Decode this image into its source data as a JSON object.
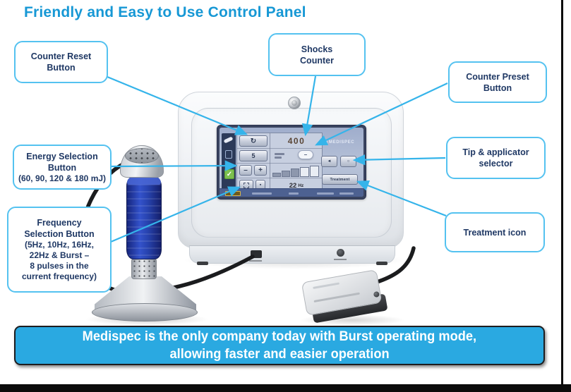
{
  "title": "Friendly and Easy to Use Control Panel",
  "callouts": {
    "counter_reset": {
      "line1": "Counter Reset",
      "line2": "Button"
    },
    "shocks_counter": {
      "line1": "Shocks",
      "line2": "Counter"
    },
    "counter_preset": {
      "line1": "Counter Preset",
      "line2": "Button"
    },
    "energy_selection": {
      "line1": "Energy Selection",
      "line2": "Button",
      "line3": "(60, 90, 120 & 180 mJ)"
    },
    "frequency_selection": {
      "line1": "Frequency",
      "line2": "Selection Button",
      "line3": "(5Hz, 10Hz, 16Hz,",
      "line4": "22Hz & Burst –",
      "line5": "8 pulses in the",
      "line6": "current frequency)"
    },
    "tip_applicator": {
      "line1": "Tip & applicator",
      "line2": "selector"
    },
    "treatment": {
      "line1": "Treatment icon"
    }
  },
  "device_screen": {
    "shocks_value": "400",
    "energy_step_value": "5",
    "frequency_value": "22",
    "frequency_unit": "Hz",
    "brand": "MEDISPEC",
    "treatment_button_label": "Treatment"
  },
  "icons": {
    "reset_icon": "↻",
    "check_icon": "✓",
    "minus_icon": "–",
    "plus_icon": "+",
    "preset_minus_icon": "–",
    "tip_left_icon": "◄",
    "tip_right_icon": "○"
  },
  "banner": {
    "line1": "Medispec is the only company today with Burst operating mode,",
    "line2": "allowing faster and easier operation"
  },
  "colors": {
    "title_blue": "#1798d5",
    "callout_border": "#54c2f0",
    "callout_text": "#1f3864",
    "connector_blue": "#35b4ea",
    "banner_fill": "#2aa9e1",
    "banner_text": "#ffffff",
    "check_green": "#7cc04f",
    "handpiece_blue": "#2742ad"
  }
}
